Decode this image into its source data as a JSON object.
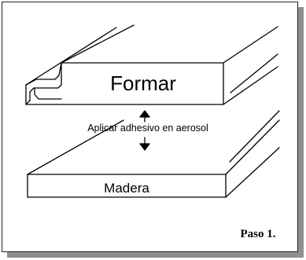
{
  "diagram": {
    "top_block_label": "Formar",
    "instruction_label": "Aplicar adhesivo en aerosol",
    "bottom_block_label": "Madera",
    "step_label": "Paso 1."
  },
  "colors": {
    "line": "#000000",
    "shadow": "#8f8f8f",
    "background": "#ffffff"
  },
  "icons": {
    "up": "arrow-up-icon",
    "down": "arrow-down-icon"
  }
}
